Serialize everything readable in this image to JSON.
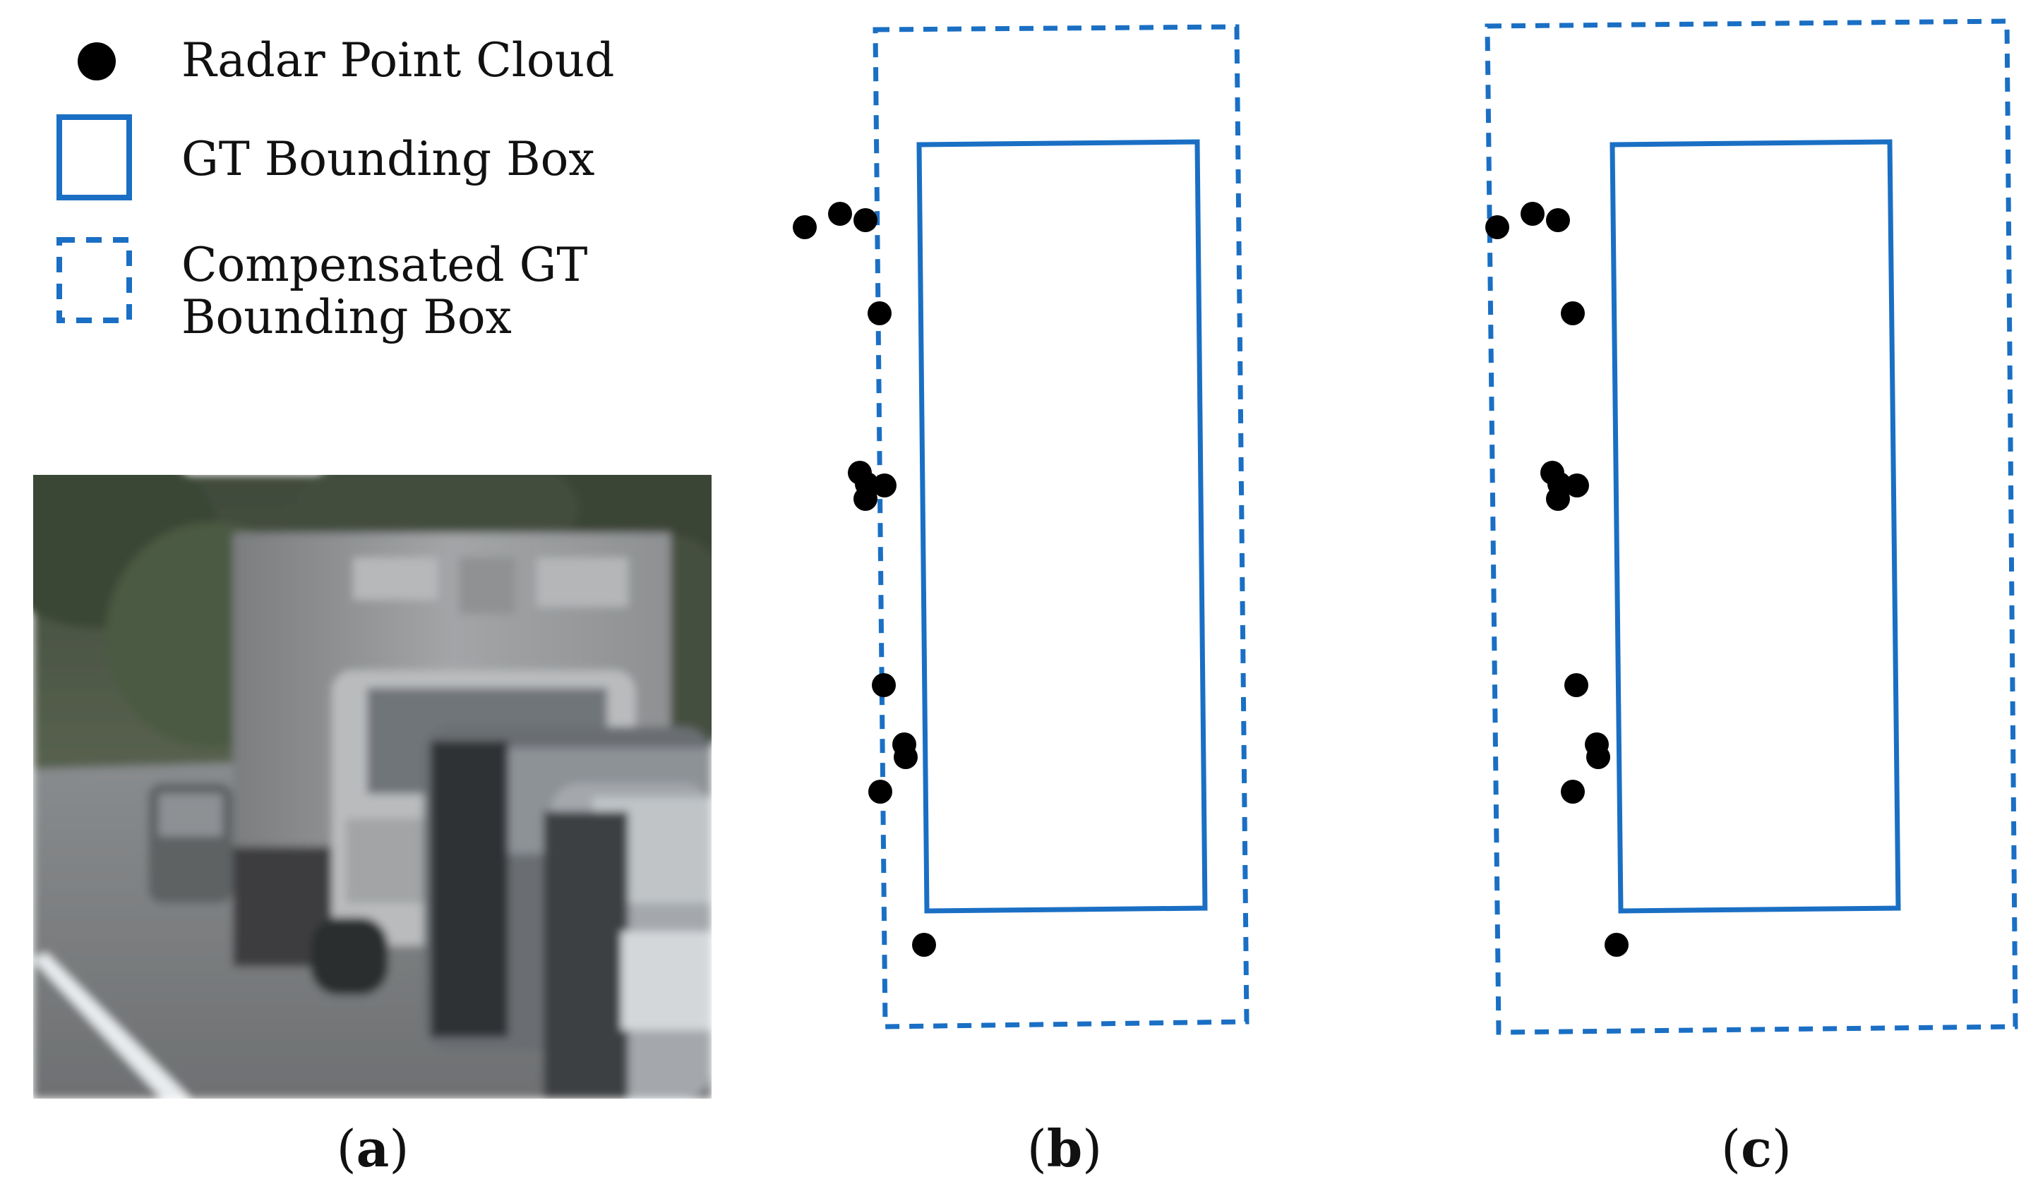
{
  "legend": {
    "radar_point_cloud": "Radar Point Cloud",
    "gt_bounding_box": "GT Bounding Box",
    "compensated_line1": "Compensated GT",
    "compensated_line2": "Bounding Box"
  },
  "captions": [
    {
      "open": "(",
      "letter": "a",
      "close": ")"
    },
    {
      "open": "(",
      "letter": "b",
      "close": ")"
    },
    {
      "open": "(",
      "letter": "c",
      "close": ")"
    }
  ],
  "colors": {
    "box": "#1a6fc4",
    "point": "#000000",
    "text": "#111111"
  },
  "photo": {
    "description_icon": "camera-photo-truck-traffic"
  }
}
